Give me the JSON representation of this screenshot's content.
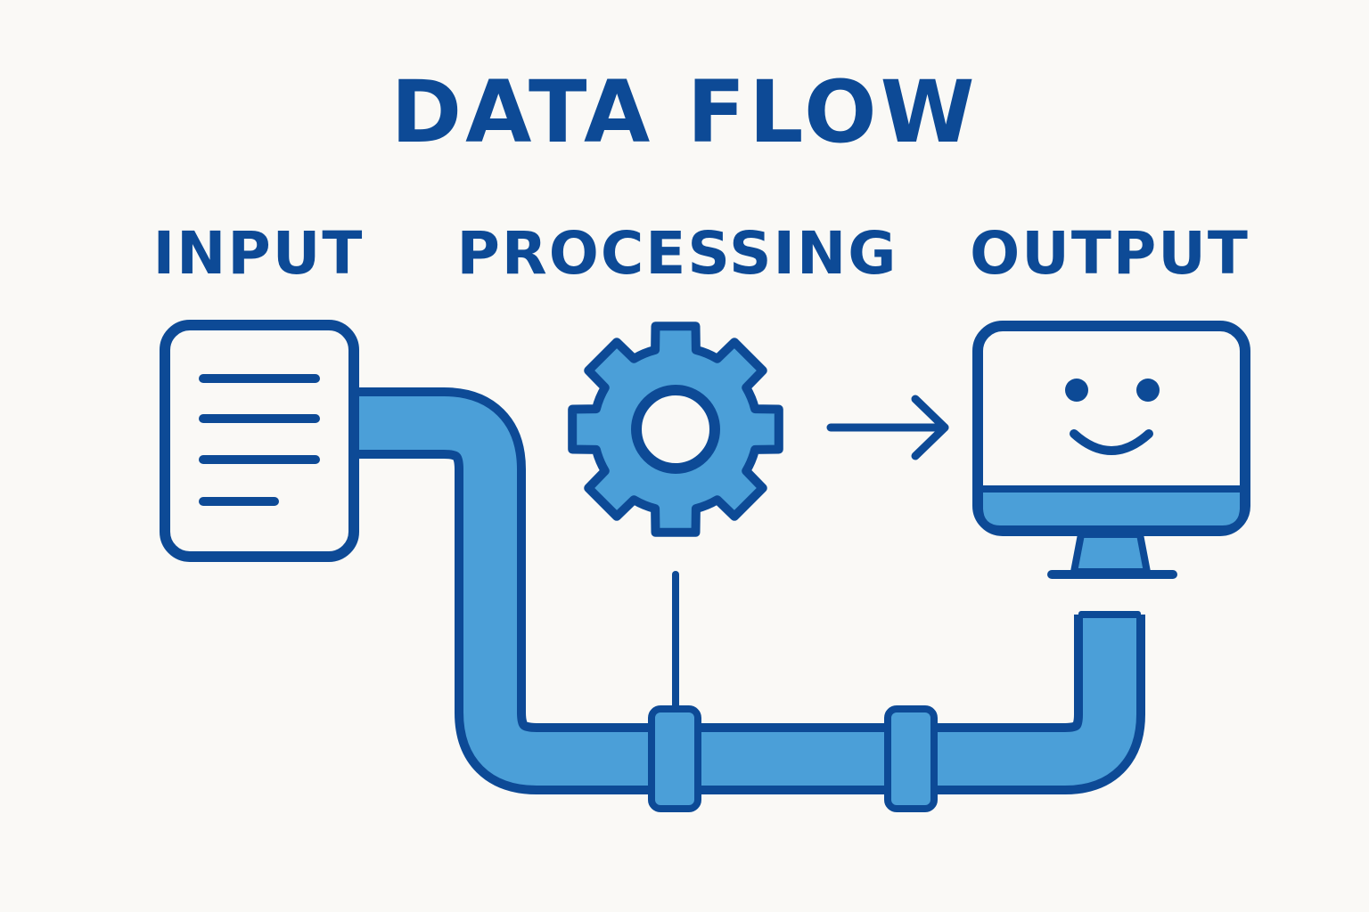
{
  "title": "DATA FLOW",
  "stages": {
    "input": "INPUT",
    "processing": "PROCESSING",
    "output": "OUTPUT"
  },
  "icons": {
    "input": "document-icon",
    "processing": "gear-icon",
    "output": "monitor-smiley-icon"
  },
  "colors": {
    "stroke": "#0d4a96",
    "fill": "#4b9fd8",
    "background": "#faf9f6"
  }
}
